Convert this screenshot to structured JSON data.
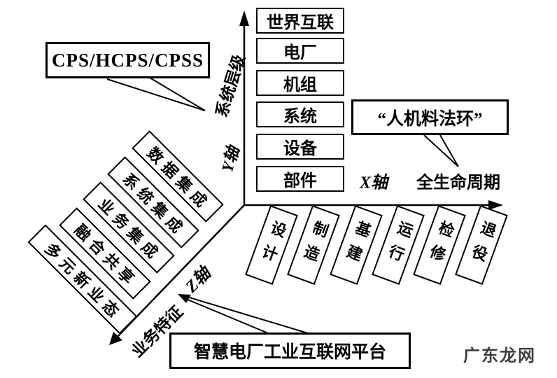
{
  "callouts": {
    "cps": "CPS/HCPS/CPSS",
    "man_machine": "“人机料法环”",
    "platform": "智慧电厂工业互联网平台"
  },
  "axes": {
    "y": {
      "name": "Y轴",
      "label": "系统层级",
      "items": [
        "世界互联",
        "电厂",
        "机组",
        "系统",
        "设备",
        "部件"
      ]
    },
    "x": {
      "name": "X轴",
      "label": "全生命周期",
      "items": [
        "设计",
        "制造",
        "基建",
        "运行",
        "检修",
        "退役"
      ]
    },
    "z": {
      "name": "Z轴",
      "label": "业务特征",
      "items": [
        "数据集成",
        "系统集成",
        "业务集成",
        "融合共享",
        "多元新业态"
      ]
    }
  },
  "watermark": "广东龙网",
  "colors": {
    "line": "#000000",
    "background": "#ffffff",
    "watermark": "#3f3f3f"
  }
}
